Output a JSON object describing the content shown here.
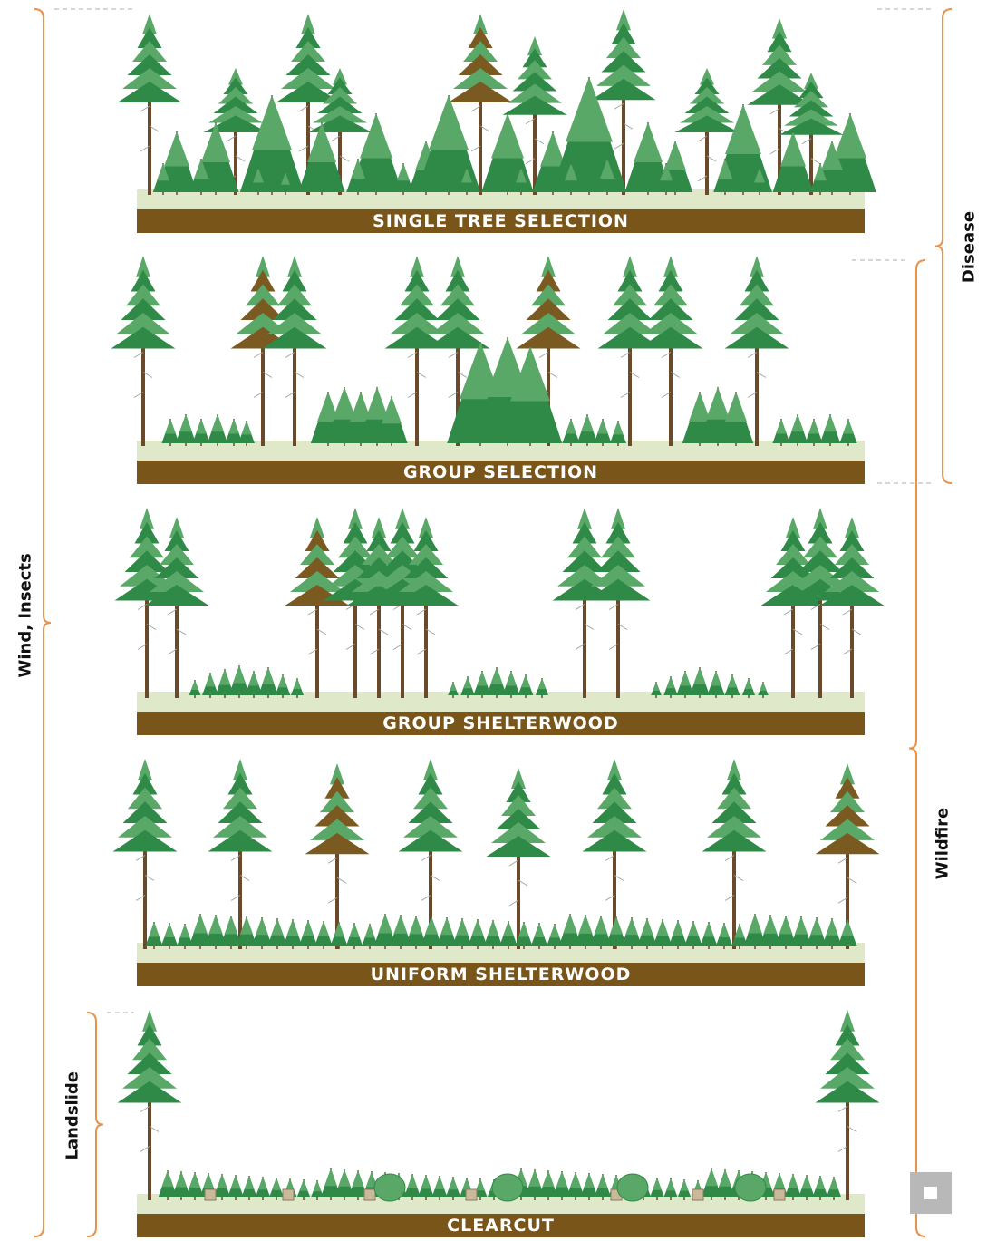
{
  "panels": [
    {
      "label": "SINGLE TREE SELECTION"
    },
    {
      "label": "GROUP SELECTION"
    },
    {
      "label": "GROUP SHELTERWOOD"
    },
    {
      "label": "UNIFORM SHELTERWOOD"
    },
    {
      "label": "CLEARCUT"
    }
  ],
  "disturbances": {
    "wind_insects": "Wind, Insects",
    "disease": "Disease",
    "wildfire": "Wildfire",
    "landslide": "Landslide"
  },
  "colors": {
    "bracket": "#e8924a",
    "soil": "#7a5519",
    "ground": "#dfe8c8",
    "tree": "#2f8a47",
    "tree_light": "#5aa868",
    "dead_foliage": "#7a5a20",
    "trunk": "#6b4a2c"
  },
  "controls": {
    "nav_icon": "stop-square-icon"
  }
}
